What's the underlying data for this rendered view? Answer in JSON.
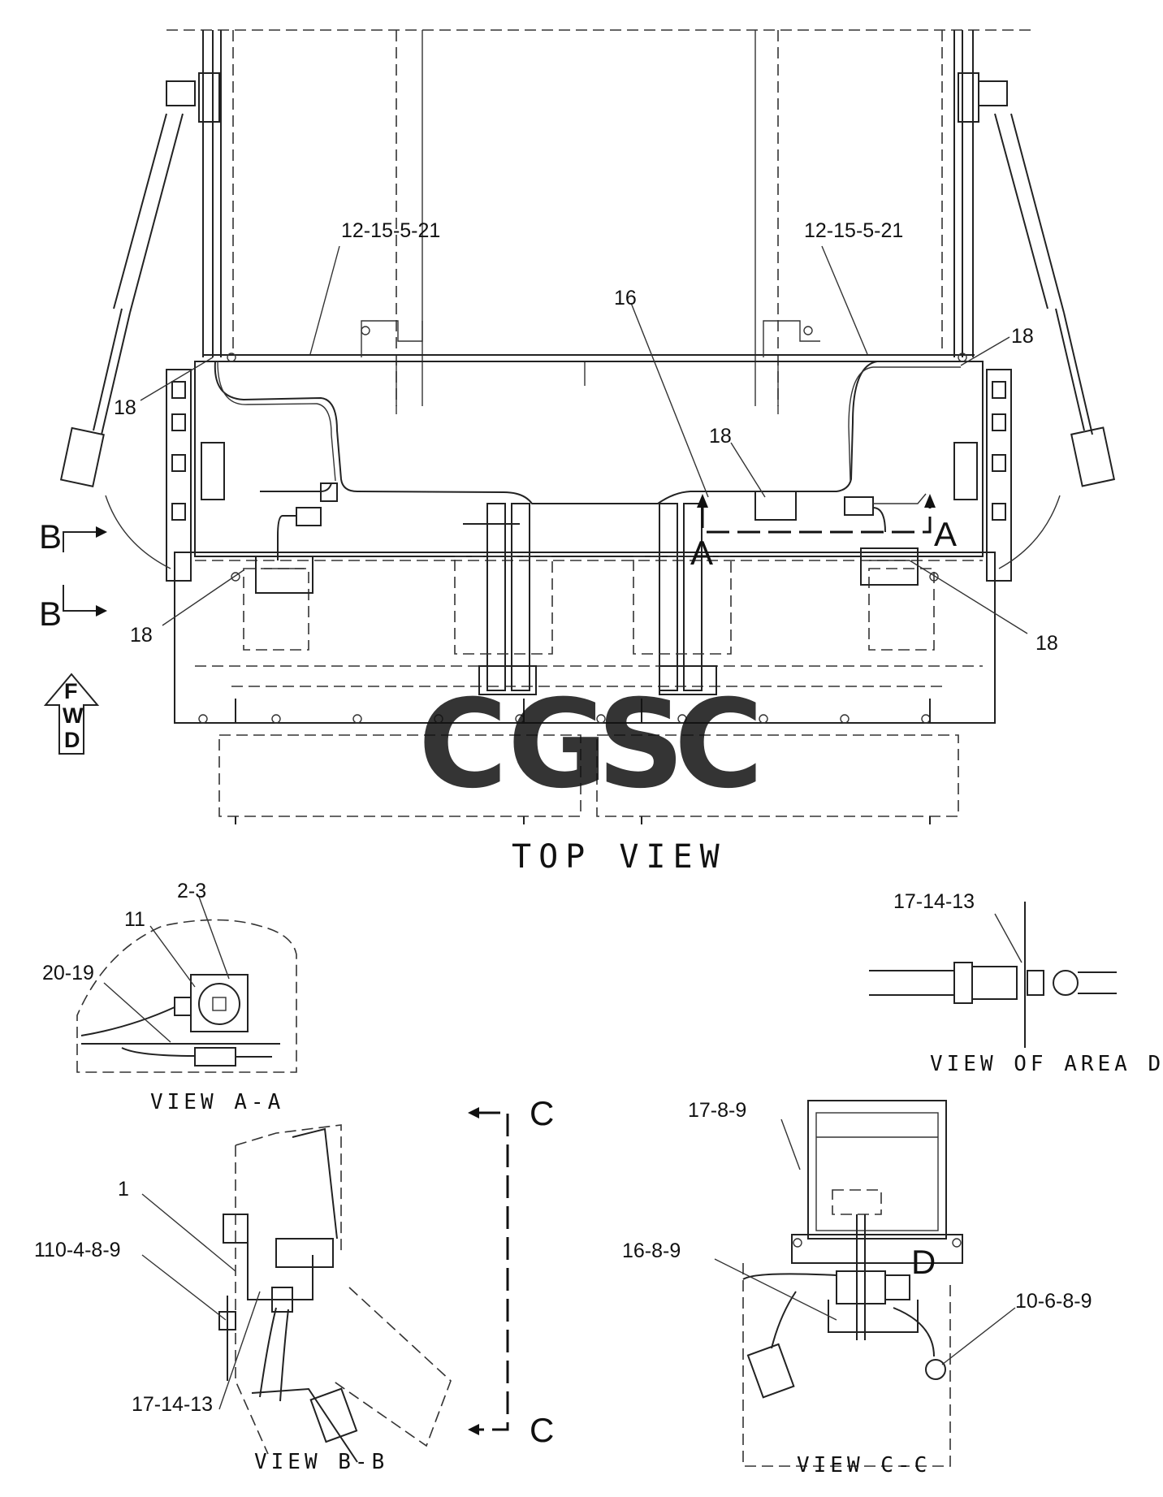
{
  "diagram": {
    "callouts": {
      "top_left_harness": "12-15-5-21",
      "top_right_harness": "12-15-5-21",
      "clip_left_upper": "18",
      "clip_right_upper": "18",
      "clip_center": "18",
      "harness_center": "16",
      "clip_left_lower": "18",
      "clip_right_lower": "18",
      "view_aa_cover": "2-3",
      "view_aa_connector": "11",
      "view_aa_clip": "20-19",
      "view_d_connector": "17-14-13",
      "view_bb_bracket": "1",
      "view_bb_clip": "110-4-8-9",
      "view_bb_connector": "17-14-13",
      "view_cc_upper": "17-8-9",
      "view_cc_left": "16-8-9",
      "view_cc_right": "10-6-8-9"
    },
    "section_letters": {
      "a_left": "A",
      "a_right": "A",
      "b_upper": "B",
      "b_lower": "B",
      "c_upper": "C",
      "c_lower": "C",
      "d": "D"
    },
    "fwd": {
      "f": "F",
      "w": "W",
      "d": "D"
    },
    "titles": {
      "top_view": "TOP VIEW",
      "view_aa": "VIEW A-A",
      "view_area_d": "VIEW OF AREA D",
      "view_bb": "VIEW B-B",
      "view_cc": "VIEW C-C"
    },
    "watermark": {
      "letters": [
        "C",
        "G",
        "S",
        "C"
      ],
      "colors": [
        "#4f8fe6",
        "#ef7f7f",
        "#f5cf4d",
        "#5cb88a"
      ]
    }
  }
}
